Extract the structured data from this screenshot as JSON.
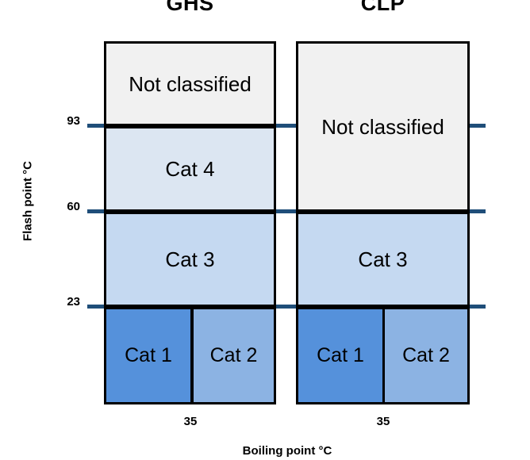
{
  "chart_data": {
    "type": "diagram",
    "title": "",
    "xlabel": "Boiling point °C",
    "ylabel": "Flash point °C",
    "y_ticks": [
      93,
      60,
      23
    ],
    "x_ticks": [
      35,
      35
    ],
    "grid": false,
    "legend": "none",
    "columns": [
      {
        "name": "GHS",
        "x_threshold": 35,
        "cells": [
          {
            "label": "Not classified",
            "flash_point_range": [
              93,
              null
            ],
            "boiling_point_range": [
              null,
              null
            ],
            "color": "#F1F1F1"
          },
          {
            "label": "Cat 4",
            "flash_point_range": [
              60,
              93
            ],
            "boiling_point_range": [
              null,
              null
            ],
            "color": "#DCE6F2"
          },
          {
            "label": "Cat 3",
            "flash_point_range": [
              23,
              60
            ],
            "boiling_point_range": [
              null,
              null
            ],
            "color": "#C5D9F1"
          },
          {
            "label": "Cat 1",
            "flash_point_range": [
              null,
              23
            ],
            "boiling_point_range": [
              null,
              35
            ],
            "color": "#5591DB"
          },
          {
            "label": "Cat 2",
            "flash_point_range": [
              null,
              23
            ],
            "boiling_point_range": [
              35,
              null
            ],
            "color": "#8CB3E3"
          }
        ]
      },
      {
        "name": "CLP",
        "x_threshold": 35,
        "cells": [
          {
            "label": "Not classified",
            "flash_point_range": [
              60,
              null
            ],
            "boiling_point_range": [
              null,
              null
            ],
            "color": "#F1F1F1"
          },
          {
            "label": "Cat 3",
            "flash_point_range": [
              23,
              60
            ],
            "boiling_point_range": [
              null,
              null
            ],
            "color": "#C5D9F1"
          },
          {
            "label": "Cat 1",
            "flash_point_range": [
              null,
              23
            ],
            "boiling_point_range": [
              null,
              35
            ],
            "color": "#5591DB"
          },
          {
            "label": "Cat 2",
            "flash_point_range": [
              null,
              23
            ],
            "boiling_point_range": [
              35,
              null
            ],
            "color": "#8CB3E3"
          }
        ]
      }
    ],
    "colors": {
      "not_classified": "#F1F1F1",
      "cat4": "#DCE6F2",
      "cat3": "#C5D9F1",
      "cat2": "#8CB3E3",
      "cat1": "#5591DB",
      "threshold_line": "#1F4E79",
      "border": "#000000"
    }
  },
  "axes": {
    "y_title": "Flash point °C",
    "x_title": "Boiling point °C",
    "y_tick_93": "93",
    "y_tick_60": "60",
    "y_tick_23": "23",
    "x_tick_ghs": "35",
    "x_tick_clp": "35"
  },
  "titles": {
    "ghs": "GHS",
    "clp": "CLP"
  },
  "ghs": {
    "not_classified": "Not classified",
    "cat4": "Cat 4",
    "cat3": "Cat 3",
    "cat1": "Cat 1",
    "cat2": "Cat 2"
  },
  "clp": {
    "not_classified": "Not classified",
    "cat3": "Cat 3",
    "cat1": "Cat 1",
    "cat2": "Cat 2"
  }
}
